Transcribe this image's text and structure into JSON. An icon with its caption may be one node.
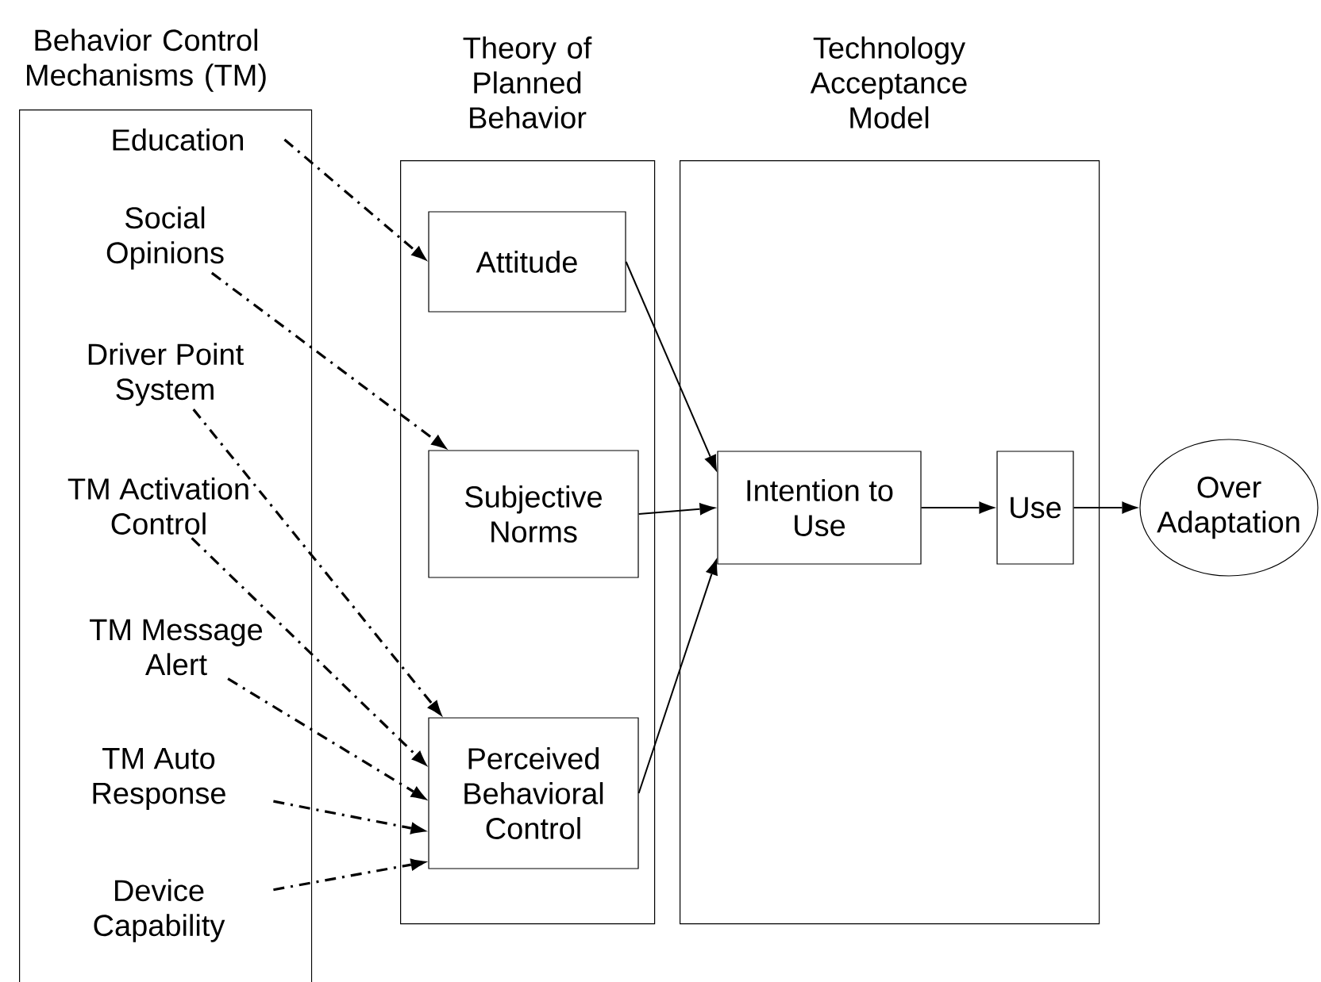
{
  "diagram": {
    "nodes": [
      {
        "text": [
          "Behavior Control Mechanisms (TM)"
        ]
      },
      {
        "text": [
          "Education"
        ],
        "in": 0
      },
      {
        "text": [
          "Social Opinions"
        ],
        "in": 0
      },
      {
        "text": [
          "Driver Point System"
        ],
        "in": 0
      },
      {
        "text": [
          "TM Activation Control"
        ],
        "in": 0
      },
      {
        "text": [
          "TM Message Alert"
        ],
        "in": 0
      },
      {
        "text": [
          "TM Auto Response"
        ],
        "in": 0
      },
      {
        "text": [
          "Device Capability"
        ],
        "in": 0
      },
      {
        "text": [
          "Theory of Planned Behavior"
        ]
      },
      {
        "text": [
          "Attitude"
        ],
        "in": 8
      },
      {
        "text": [
          "Subjective Norms"
        ],
        "in": 8
      },
      {
        "text": [
          "Perceived Behavioral Control"
        ],
        "in": 8
      },
      {
        "text": [
          "Technology Acceptance Model"
        ]
      },
      {
        "text": [
          "Intention to Use"
        ],
        "in": 12
      },
      {
        "text": [
          "Use"
        ],
        "in": 12
      },
      {
        "text": [
          "Over Adaptation"
        ]
      }
    ],
    "edges": [
      {
        "from": 1,
        "to": 9,
        "arrow": "to",
        "style": "dashed"
      },
      {
        "from": 2,
        "to": 10,
        "arrow": "to",
        "style": "dashed"
      },
      {
        "from": 3,
        "to": 11,
        "arrow": "to",
        "style": "dashed"
      },
      {
        "from": 4,
        "to": 11,
        "arrow": "to",
        "style": "dashed"
      },
      {
        "from": 5,
        "to": 11,
        "arrow": "to",
        "style": "dashed"
      },
      {
        "from": 6,
        "to": 11,
        "arrow": "to",
        "style": "dashed"
      },
      {
        "from": 7,
        "to": 11,
        "arrow": "to",
        "style": "dashed"
      },
      {
        "from": 9,
        "to": 13,
        "arrow": "to"
      },
      {
        "from": 10,
        "to": 13,
        "arrow": "to"
      },
      {
        "from": 11,
        "to": 13,
        "arrow": "to"
      },
      {
        "from": 13,
        "to": 14,
        "arrow": "to"
      },
      {
        "from": 14,
        "to": 15,
        "arrow": "to"
      }
    ]
  }
}
